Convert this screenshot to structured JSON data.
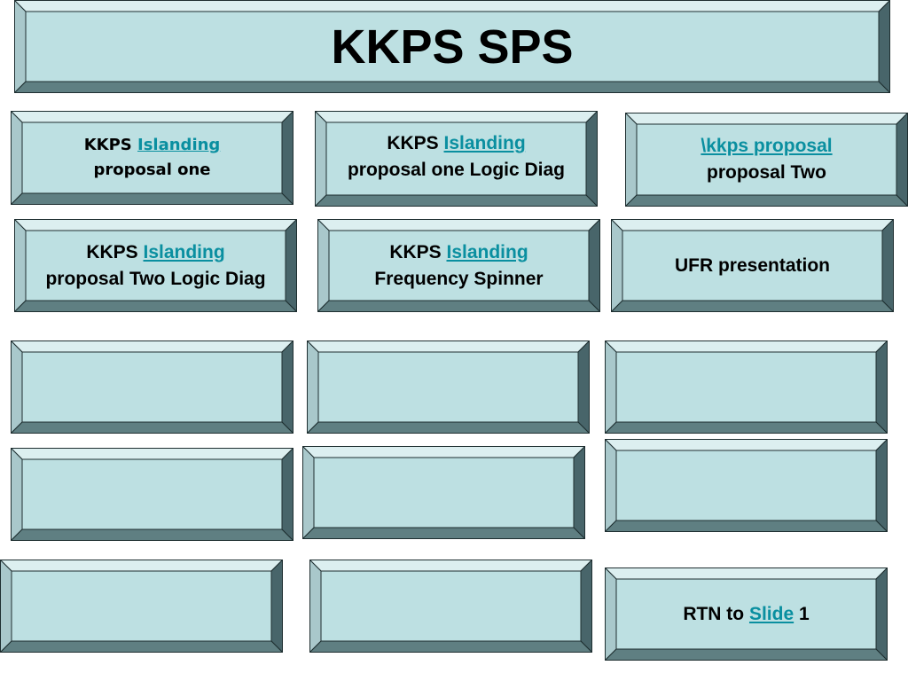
{
  "title": "KKPS SPS",
  "colors": {
    "face": "#bde0e2",
    "light": "#dceff0",
    "mid": "#a9c8cb",
    "dark": "#5f7f82",
    "darker": "#48656a",
    "link": "#0a8fa0"
  },
  "buttons": {
    "b1": {
      "prefix": "KKPS ",
      "link": "Islanding",
      "line2": "proposal one"
    },
    "b2": {
      "prefix": "KKPS ",
      "link": "Islanding",
      "line2": "proposal one Logic Diag"
    },
    "b3": {
      "link": "\\kkps proposal",
      "line2": "proposal Two"
    },
    "b4": {
      "prefix": "KKPS ",
      "link": "Islanding",
      "line2": "proposal Two Logic Diag"
    },
    "b5": {
      "prefix": "KKPS ",
      "link": "Islanding",
      "line2": "Frequency Spinner"
    },
    "b6": {
      "text": "UFR presentation"
    },
    "rtn": {
      "prefix": "RTN to ",
      "link": "Slide",
      "suffix": " 1"
    }
  }
}
